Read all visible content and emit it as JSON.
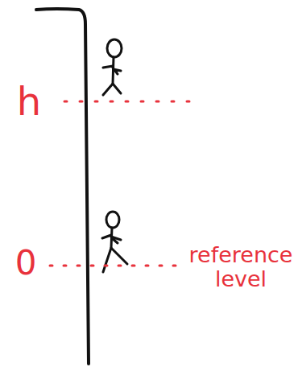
{
  "diagram": {
    "labels": [
      "h",
      "0",
      "reference level"
    ]
  }
}
